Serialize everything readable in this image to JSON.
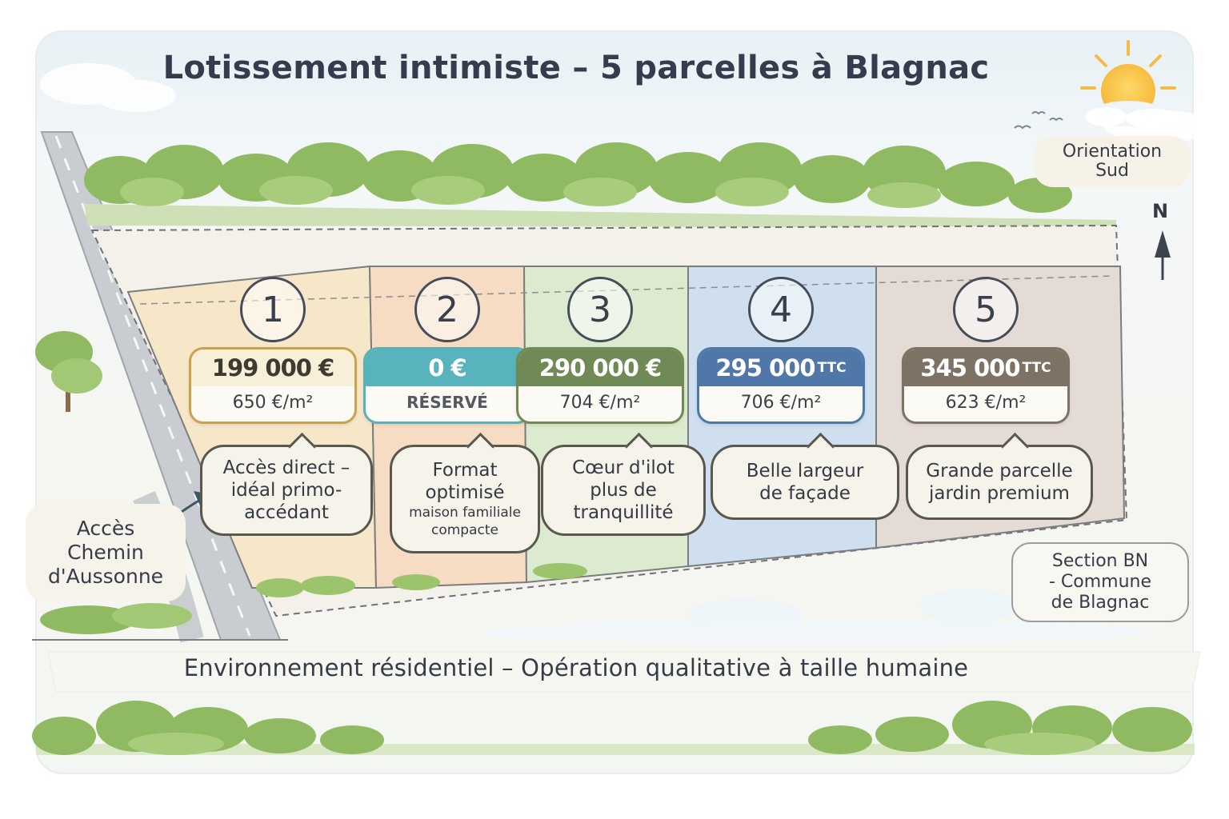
{
  "title": "Lotissement intimiste – 5 parcelles à Blagnac",
  "orientation": {
    "line1": "Orientation",
    "line2": "Sud"
  },
  "north_label": "N",
  "access": {
    "line1": "Accès",
    "line2": "Chemin",
    "line3": "d'Aussonne"
  },
  "section": {
    "line1": "Section BN",
    "line2": "- Commune",
    "line3": "de Blagnac"
  },
  "footer": "Environnement résidentiel – Opération qualitative à taille humaine",
  "colors": {
    "lot1": "#f6e7c9",
    "lot2": "#f6dcc2",
    "lot3": "#dcebcf",
    "lot4": "#cfdff0",
    "lot5": "#e4dcd4",
    "border1": "#c9a24a",
    "border2": "#56b2b8",
    "border3": "#6f8a55",
    "border4": "#4f78a8",
    "border5": "#7d7264"
  },
  "lots": [
    {
      "number": "1",
      "price": "199 000 €",
      "price_suffix": "",
      "sub": "650 €/m²",
      "note_lines": [
        "Accès direct –",
        "idéal primo-",
        "accédant"
      ],
      "note_small": []
    },
    {
      "number": "2",
      "price": "0 €",
      "price_suffix": "",
      "sub": "RÉSERVÉ",
      "note_lines": [
        "Format",
        "optimisé"
      ],
      "note_small": [
        "maison familiale",
        "compacte"
      ]
    },
    {
      "number": "3",
      "price": "290 000 €",
      "price_suffix": "",
      "sub": "704 €/m²",
      "note_lines": [
        "Cœur d'ilot",
        "plus de",
        "tranquillité"
      ],
      "note_small": []
    },
    {
      "number": "4",
      "price": "295 000",
      "price_suffix": "TTC",
      "sub": "706 €/m²",
      "note_lines": [
        "Belle largeur",
        "de façade"
      ],
      "note_small": []
    },
    {
      "number": "5",
      "price": "345 000",
      "price_suffix": "TTC",
      "sub": "623 €/m²",
      "note_lines": [
        "Grande parcelle",
        "jardin premium"
      ],
      "note_small": []
    }
  ]
}
